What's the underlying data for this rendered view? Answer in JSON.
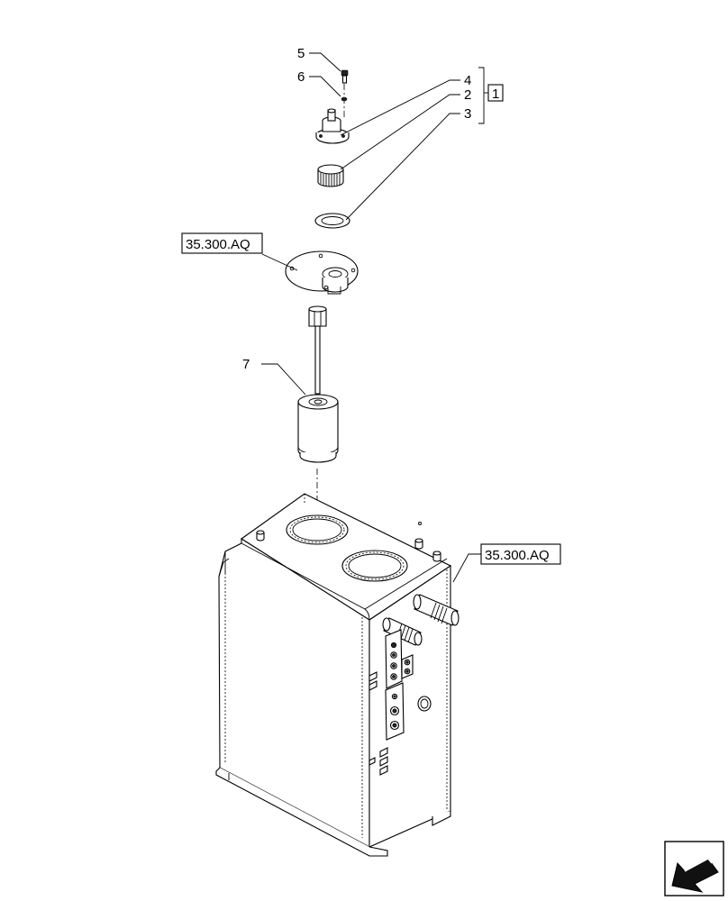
{
  "callouts": {
    "item_5": "5",
    "item_6": "6",
    "item_4": "4",
    "item_2": "2",
    "item_3": "3",
    "item_7": "7",
    "kit_group": "1"
  },
  "references": {
    "flange_ref": "35.300.AQ",
    "tank_ref": "35.300.AQ"
  },
  "icons": {
    "navigation": "arrow-previous-icon"
  }
}
